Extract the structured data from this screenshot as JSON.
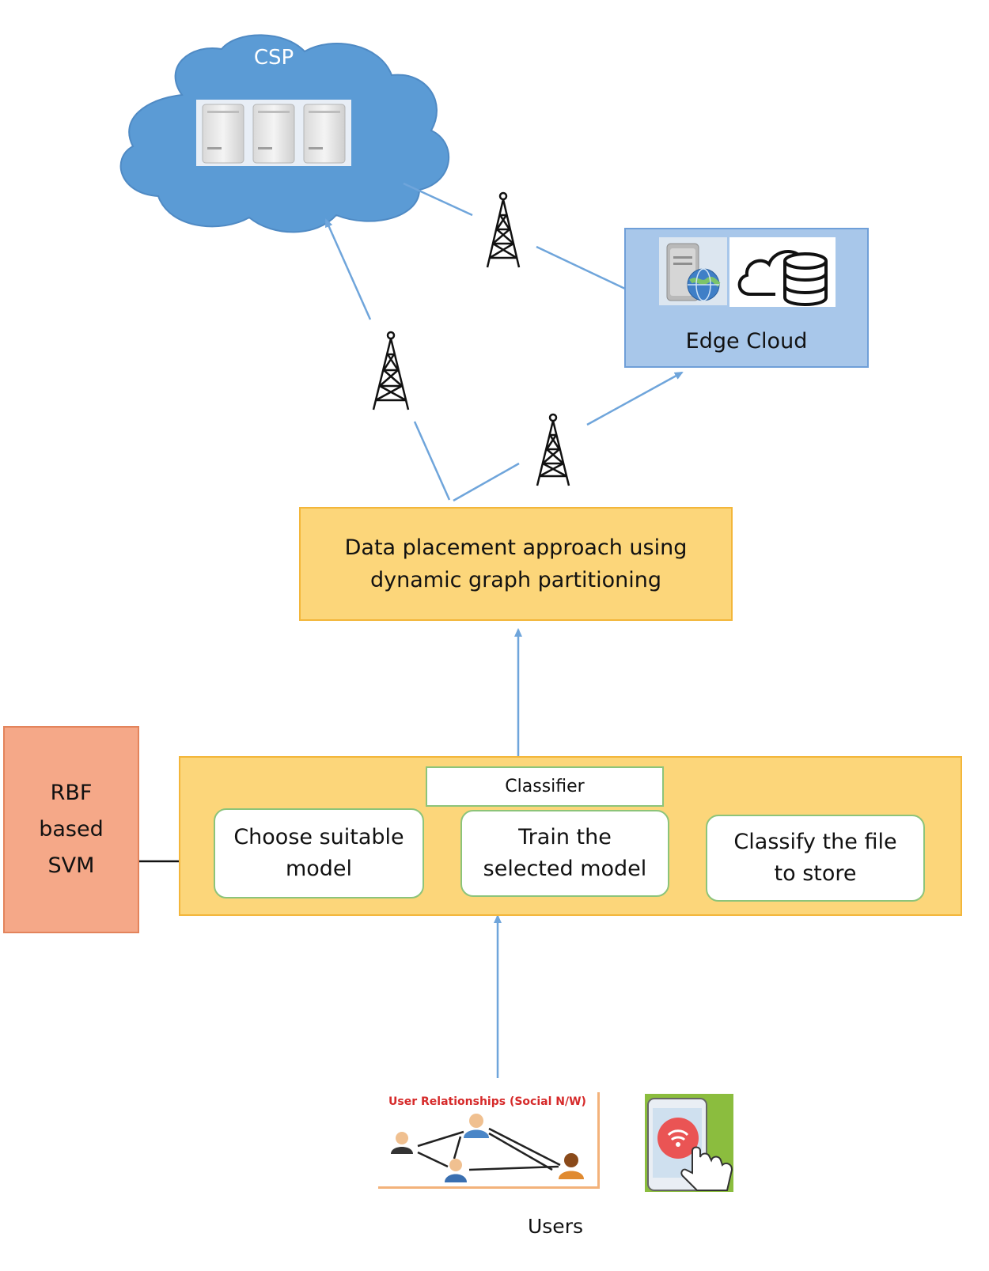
{
  "csp": {
    "label": "CSP"
  },
  "edge_cloud": {
    "label": "Edge Cloud"
  },
  "placement": {
    "line1": "Data placement approach using",
    "line2": "dynamic graph partitioning"
  },
  "svm": {
    "line1": "RBF",
    "line2": "based",
    "line3": "SVM"
  },
  "classifier": {
    "label": "Classifier",
    "steps": [
      {
        "line1": "Choose suitable",
        "line2": "model"
      },
      {
        "line1": "Train the",
        "line2": "selected model"
      },
      {
        "line1": "Classify the file",
        "line2": "to store"
      }
    ]
  },
  "social": {
    "title": "User Relationships (Social N/W)"
  },
  "users": {
    "label": "Users"
  },
  "colors": {
    "cloud_blue": "#5b9bd5",
    "arrow_blue": "#6fa5db",
    "orange_fill": "#fcd67a",
    "salmon_fill": "#f5a888",
    "edge_fill": "#a8c7ea",
    "social_title": "#d62a2a"
  }
}
